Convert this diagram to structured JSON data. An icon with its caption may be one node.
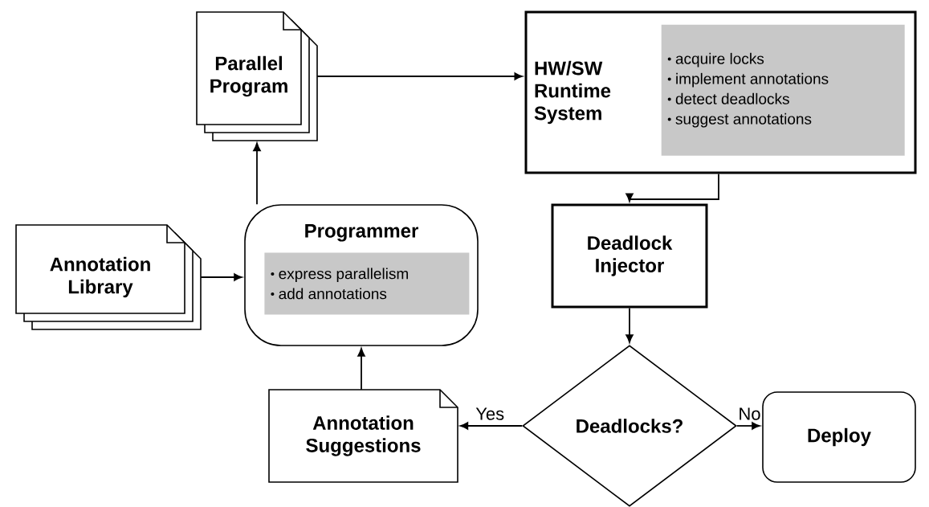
{
  "diagram": {
    "nodes": [
      {
        "text": [
          "Annotation Library"
        ]
      },
      {
        "text": [
          "Programmer"
        ]
      },
      {
        "text": [
          "express parallelism",
          "add annotations"
        ],
        "in": 1
      },
      {
        "text": [
          "Parallel Program"
        ]
      },
      {
        "text": [
          "HW/SW Runtime System"
        ]
      },
      {
        "text": [
          "acquire locks",
          "implement annotations",
          "detect deadlocks",
          "suggest annotations"
        ],
        "in": 4
      },
      {
        "text": [
          "Deadlock Injector"
        ]
      },
      {
        "text": [
          "Deadlocks?"
        ]
      },
      {
        "text": [
          "Deploy"
        ]
      },
      {
        "text": [
          "Annotation Suggestions"
        ]
      }
    ],
    "edges": [
      {
        "from": 0,
        "to": 1,
        "arrow": "to"
      },
      {
        "from": 1,
        "to": 3,
        "arrow": "to"
      },
      {
        "from": 3,
        "to": 4,
        "arrow": "to"
      },
      {
        "from": 4,
        "to": 6,
        "arrow": "to"
      },
      {
        "from": 6,
        "to": 7,
        "arrow": "to"
      },
      {
        "from": 7,
        "to": 8,
        "arrow": "to",
        "label": "No"
      },
      {
        "from": 7,
        "to": 9,
        "arrow": "to",
        "label": "Yes"
      },
      {
        "from": 9,
        "to": 1,
        "arrow": "to"
      }
    ]
  }
}
